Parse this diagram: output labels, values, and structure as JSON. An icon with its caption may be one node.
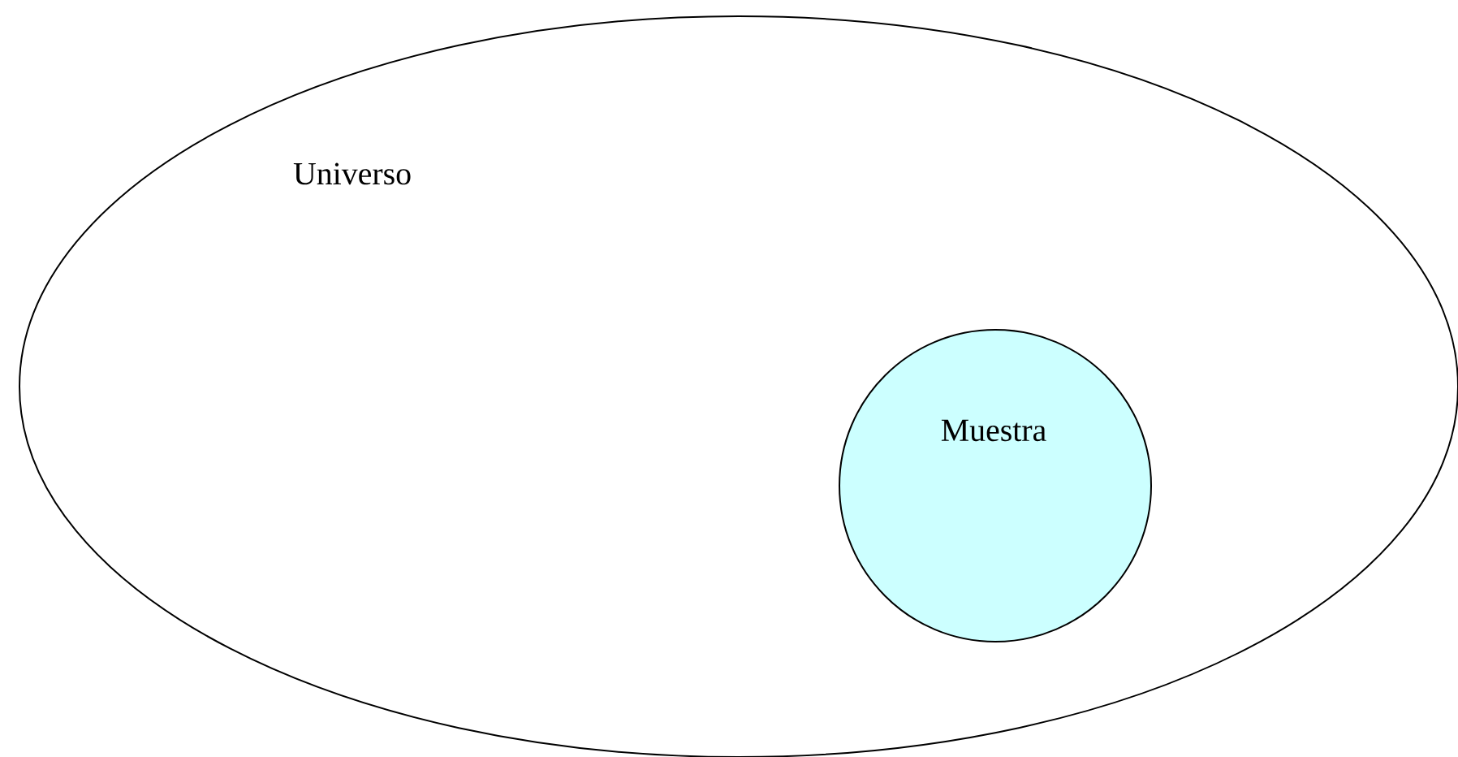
{
  "diagram": {
    "nodes": [
      {
        "text": [
          "Universo"
        ]
      },
      {
        "text": [
          "Muestra"
        ],
        "in": 0
      }
    ]
  }
}
